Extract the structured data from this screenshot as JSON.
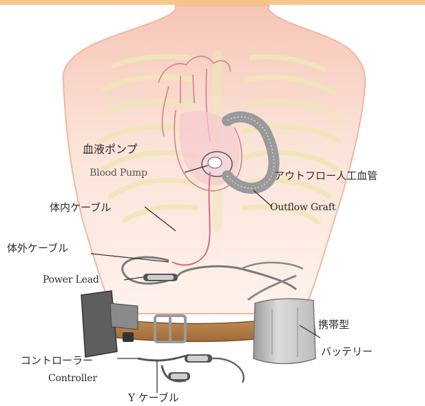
{
  "labels": {
    "blood_pump_jp": "血液ポンプ",
    "blood_pump_en": "Blood Pump",
    "outflow_graft_jp": "アウトフロー人工血管",
    "outflow_graft_en": "Outflow Graft",
    "internal_cable_jp": "体内ケーブル",
    "external_cable_jp": "体外ケーブル",
    "power_lead_en": "Power Lead",
    "portable_jp": "携帯型",
    "battery_jp": "バッテリー",
    "controller_jp": "コントローラー",
    "controller_en": "Controller",
    "y_cable_jp": "Y ケーブル"
  },
  "colors": {
    "skin": "#f7cfbf",
    "skin_edge": "#f0b8a6",
    "skeleton": "#f2ecbf",
    "vessel": "#d9808a",
    "belt": "#b4804a",
    "battery": "#bdbdbd",
    "controller": "#6e6e6e",
    "strip": "#f6c58c"
  }
}
